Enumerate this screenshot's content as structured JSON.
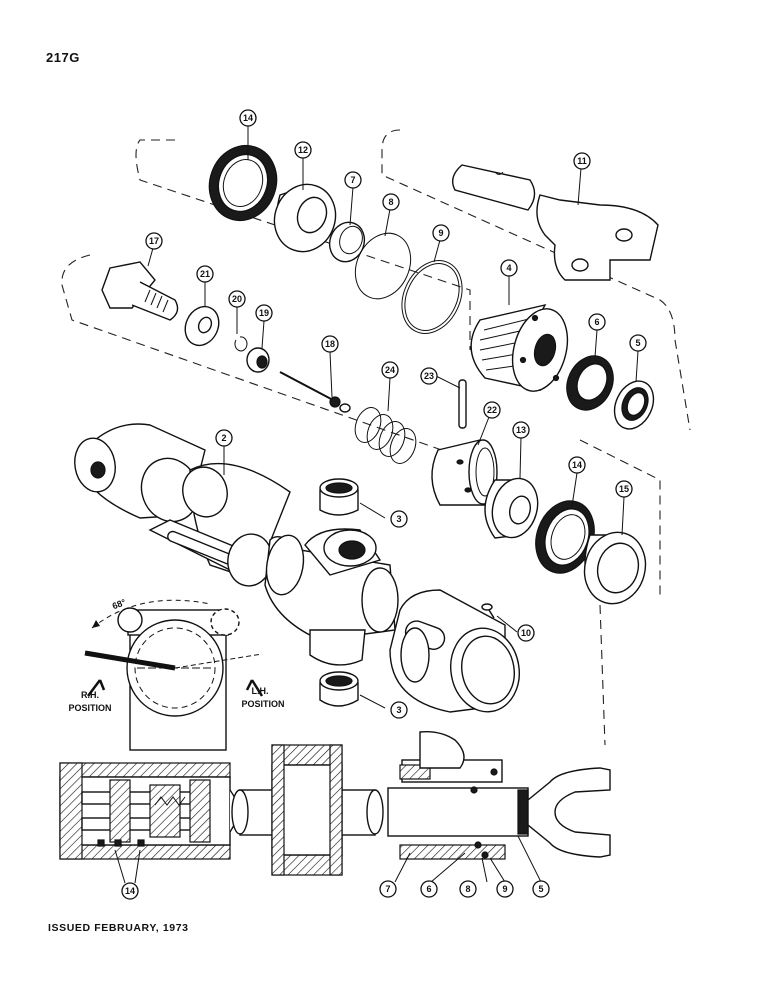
{
  "page_code": "217G",
  "issued": "ISSUED FEBRUARY, 1973",
  "angle_label": "68°",
  "rh_label": "R.H.",
  "rh_position": "POSITION",
  "lh_label": "L.H.",
  "lh_position": "POSITION",
  "callouts": {
    "c14a": "14",
    "c12": "12",
    "c7a": "7",
    "c8a": "8",
    "c11": "11",
    "c17": "17",
    "c21": "21",
    "c20": "20",
    "c19": "19",
    "c9a": "9",
    "c4": "4",
    "c6a": "6",
    "c5a": "5",
    "c18": "18",
    "c24": "24",
    "c23": "23",
    "c2": "2",
    "c22": "22",
    "c13": "13",
    "c14b": "14",
    "c15": "15",
    "c3a": "3",
    "c10": "10",
    "c3b": "3",
    "c14c": "14",
    "c7b": "7",
    "c6b": "6",
    "c8b": "8",
    "c9b": "9",
    "c5b": "5"
  }
}
